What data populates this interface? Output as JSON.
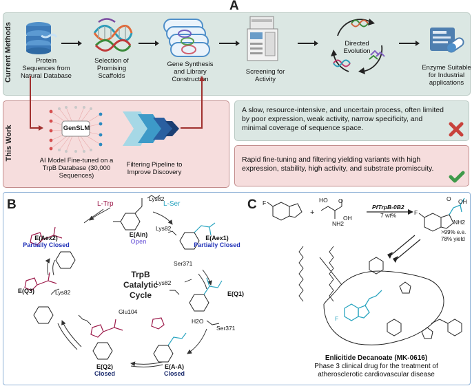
{
  "panelA": {
    "letter": "A",
    "current_methods": {
      "label": "Current Methods",
      "steps": [
        {
          "caption": "Protein Sequences from Natural Database",
          "icon": "database-icon"
        },
        {
          "caption": "Selection of Promising Scaffolds",
          "icon": "dna-helix-icon"
        },
        {
          "caption": "Gene Synthesis and Library Construction",
          "icon": "plasmid-library-icon"
        },
        {
          "caption": "Screening for Activity",
          "icon": "lab-instrument-icon"
        },
        {
          "caption": "Directed Evolution",
          "icon": "evolution-cycle-icon"
        },
        {
          "caption": "Enzyme Suitable for Industrial applications",
          "icon": "enzyme-pill-icon"
        }
      ]
    },
    "this_work": {
      "label": "This Work",
      "model_name": "GenSLM",
      "model_caption": "AI Model Fine-tuned on a TrpB Database (30,000 Sequences)",
      "pipeline_caption": "Filtering Pipeline to Improve Discovery"
    },
    "current_summary": "A slow, resource-intensive, and uncertain process, often limited by poor expression, weak activity, narrow specificity, and minimal coverage of sequence space.",
    "this_work_summary": "Rapid fine-tuning and filtering yielding variants with high expression, stability, high activity, and substrate promiscuity.",
    "colors": {
      "current_bg": "#dbe7e3",
      "this_work_bg": "#f6dddd",
      "cross": "#c8423c",
      "check": "#3f9a4a",
      "chevron_light": "#9fd4e4",
      "chevron_dark": "#1b3f73"
    }
  },
  "panelB": {
    "letter": "B",
    "center_title": "TrpB Catalytic Cycle",
    "trp_label": "L-Trp",
    "ser_label": "L-Ser",
    "states": [
      {
        "name": "E(Ain)",
        "status": "Open"
      },
      {
        "name": "E(Aex1)",
        "status": "Partially Closed"
      },
      {
        "name": "E(Q1)",
        "status": ""
      },
      {
        "name": "E(A-A)",
        "status": "Closed"
      },
      {
        "name": "E(Q2)",
        "status": "Closed"
      },
      {
        "name": "E(Q3)",
        "status": ""
      },
      {
        "name": "E(Aex2)",
        "status": "Partially Closed"
      }
    ],
    "residues": [
      "Lys82",
      "Lys82",
      "Lys82",
      "Lys82",
      "Ser371",
      "Ser371",
      "Glu104",
      "H2O"
    ],
    "colors": {
      "trp": "#9c1a4a",
      "ser": "#2aa5c0",
      "closed": "#1a2a6c",
      "partial": "#2233b8",
      "open": "#8a7ae0"
    }
  },
  "panelC": {
    "letter": "C",
    "reagent": "PfTrpB-0B2",
    "reagent_loading": "7 wt%",
    "ee": ">99% e.e.",
    "yield": "78% yield",
    "atom_labels": [
      "F",
      "F",
      "OH",
      "NH2",
      "HO",
      "O",
      "NH2",
      "OH",
      "O"
    ],
    "drug_name": "Enlicitide Decanoate (MK-0616)",
    "drug_description": "Phase 3 clinical drug for the treatment of atherosclerotic cardiovascular disease"
  }
}
